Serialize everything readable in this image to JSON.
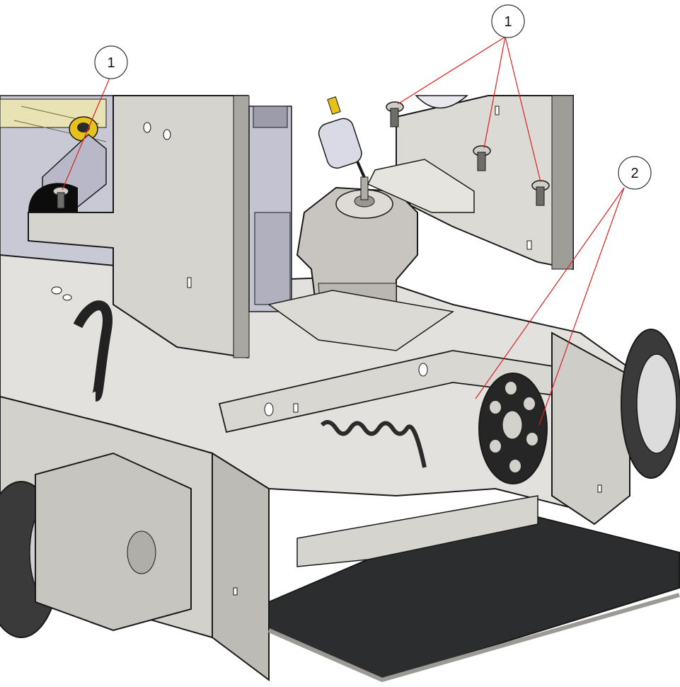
{
  "callouts": [
    {
      "id": "c1a",
      "label": "1"
    },
    {
      "id": "c1b",
      "label": "1"
    },
    {
      "id": "c2",
      "label": "2"
    }
  ],
  "colors": {
    "leader": "#e02020",
    "frame": "#cfcdc8",
    "frame_dark": "#8d8b87",
    "outline": "#1a1a1a",
    "platform": "#2b2d2f",
    "wheel": "#3a3a3a",
    "motor": "#b9b9c8",
    "pump": "#c8c5c0",
    "filter": "#dadae6",
    "yellow_cap": "#e6c21a"
  }
}
